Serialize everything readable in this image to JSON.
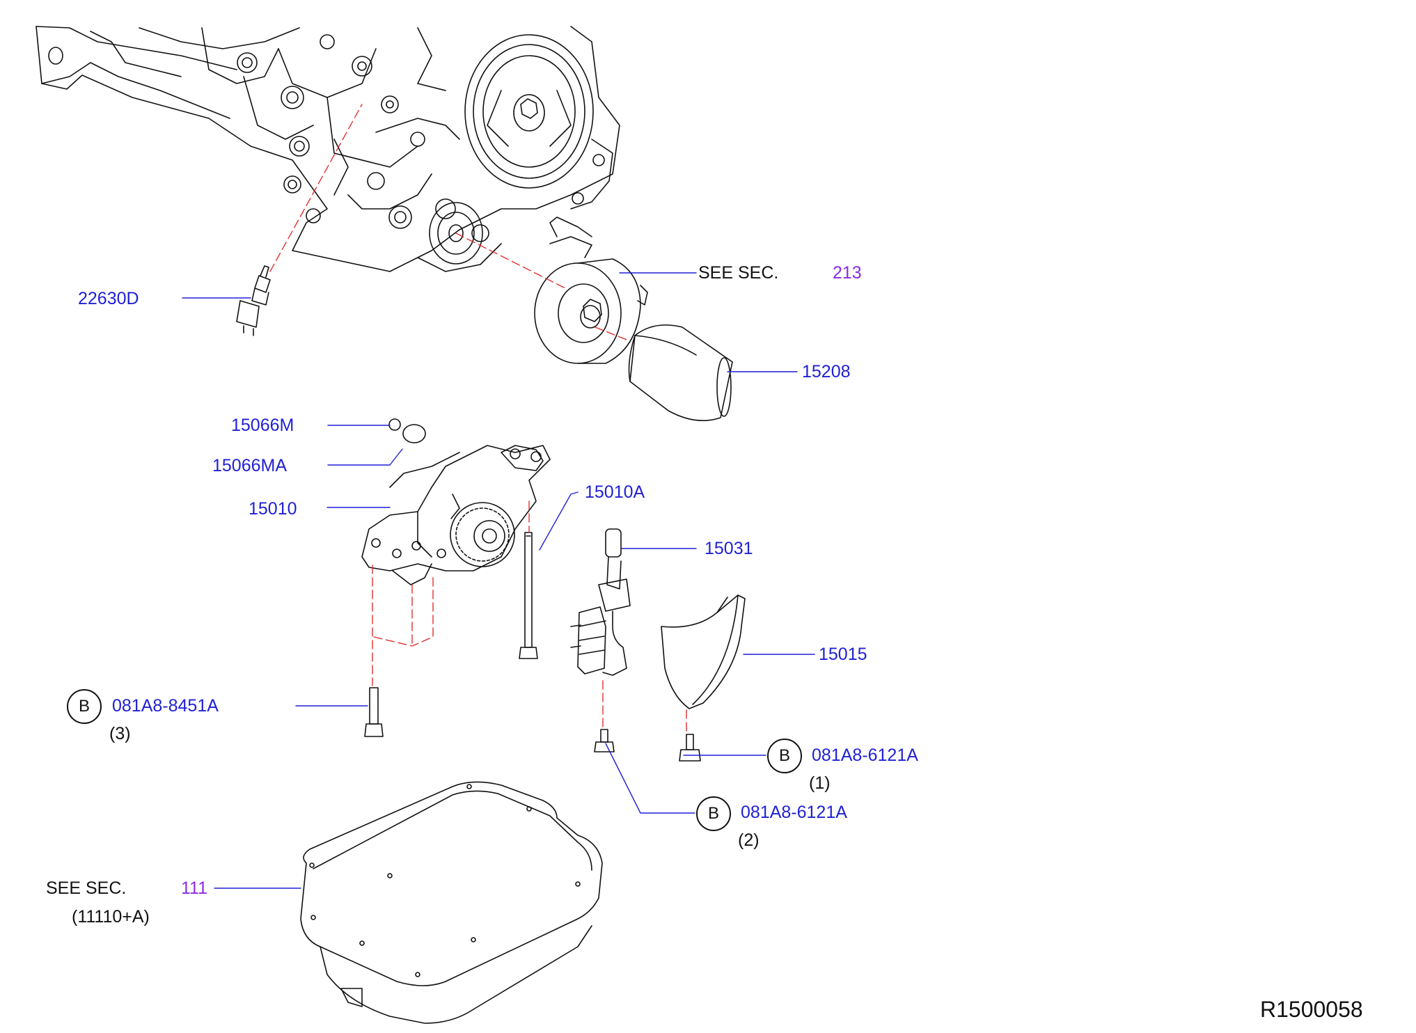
{
  "parts": {
    "p22630D": "22630D",
    "p15208": "15208",
    "p15066M": "15066M",
    "p15066MA": "15066MA",
    "p15010": "15010",
    "p15010A": "15010A",
    "p15031": "15031",
    "p15015": "15015",
    "bolt_a": {
      "badge": "B",
      "part": "081A8-8451A",
      "qty": "(3)"
    },
    "bolt_b": {
      "badge": "B",
      "part": "081A8-6121A",
      "qty": "(1)"
    },
    "bolt_c": {
      "badge": "B",
      "part": "081A8-6121A",
      "qty": "(2)"
    }
  },
  "refs": {
    "sec213": {
      "text": "SEE   SEC.",
      "num": "213"
    },
    "sec111": {
      "text": "SEE   SEC.",
      "num": "111",
      "sub": "(11110+A)"
    }
  },
  "diagram_id": "R1500058",
  "colors": {
    "part_link": "#1f1fd6",
    "section_link": "#8b2be2",
    "dashed_guide": "#e03030",
    "line_art": "#111111"
  }
}
